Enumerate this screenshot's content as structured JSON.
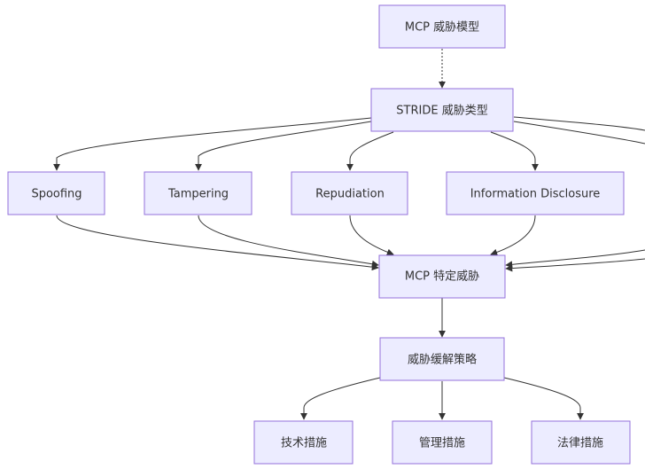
{
  "diagram": {
    "type": "flowchart",
    "colors": {
      "node_fill": "#ECECFF",
      "node_border": "#9370DB",
      "edge": "#333333",
      "text": "#333333"
    },
    "nodes": {
      "mcp_model": "MCP 威胁模型",
      "stride": "STRIDE 威胁类型",
      "spoofing": "Spoofing",
      "tampering": "Tampering",
      "repudiation": "Repudiation",
      "info_disclosure": "Information Disclosure",
      "mcp_specific": "MCP 特定威胁",
      "mitigation": "威胁缓解策略",
      "technical": "技术措施",
      "management": "管理措施",
      "legal": "法律措施"
    },
    "edges": [
      {
        "from": "mcp_model",
        "to": "stride"
      },
      {
        "from": "stride",
        "to": "spoofing"
      },
      {
        "from": "stride",
        "to": "tampering"
      },
      {
        "from": "stride",
        "to": "repudiation"
      },
      {
        "from": "stride",
        "to": "info_disclosure"
      },
      {
        "from": "spoofing",
        "to": "mcp_specific"
      },
      {
        "from": "tampering",
        "to": "mcp_specific"
      },
      {
        "from": "repudiation",
        "to": "mcp_specific"
      },
      {
        "from": "info_disclosure",
        "to": "mcp_specific"
      },
      {
        "from": "mcp_specific",
        "to": "mitigation"
      },
      {
        "from": "mitigation",
        "to": "technical"
      },
      {
        "from": "mitigation",
        "to": "management"
      },
      {
        "from": "mitigation",
        "to": "legal"
      }
    ]
  }
}
